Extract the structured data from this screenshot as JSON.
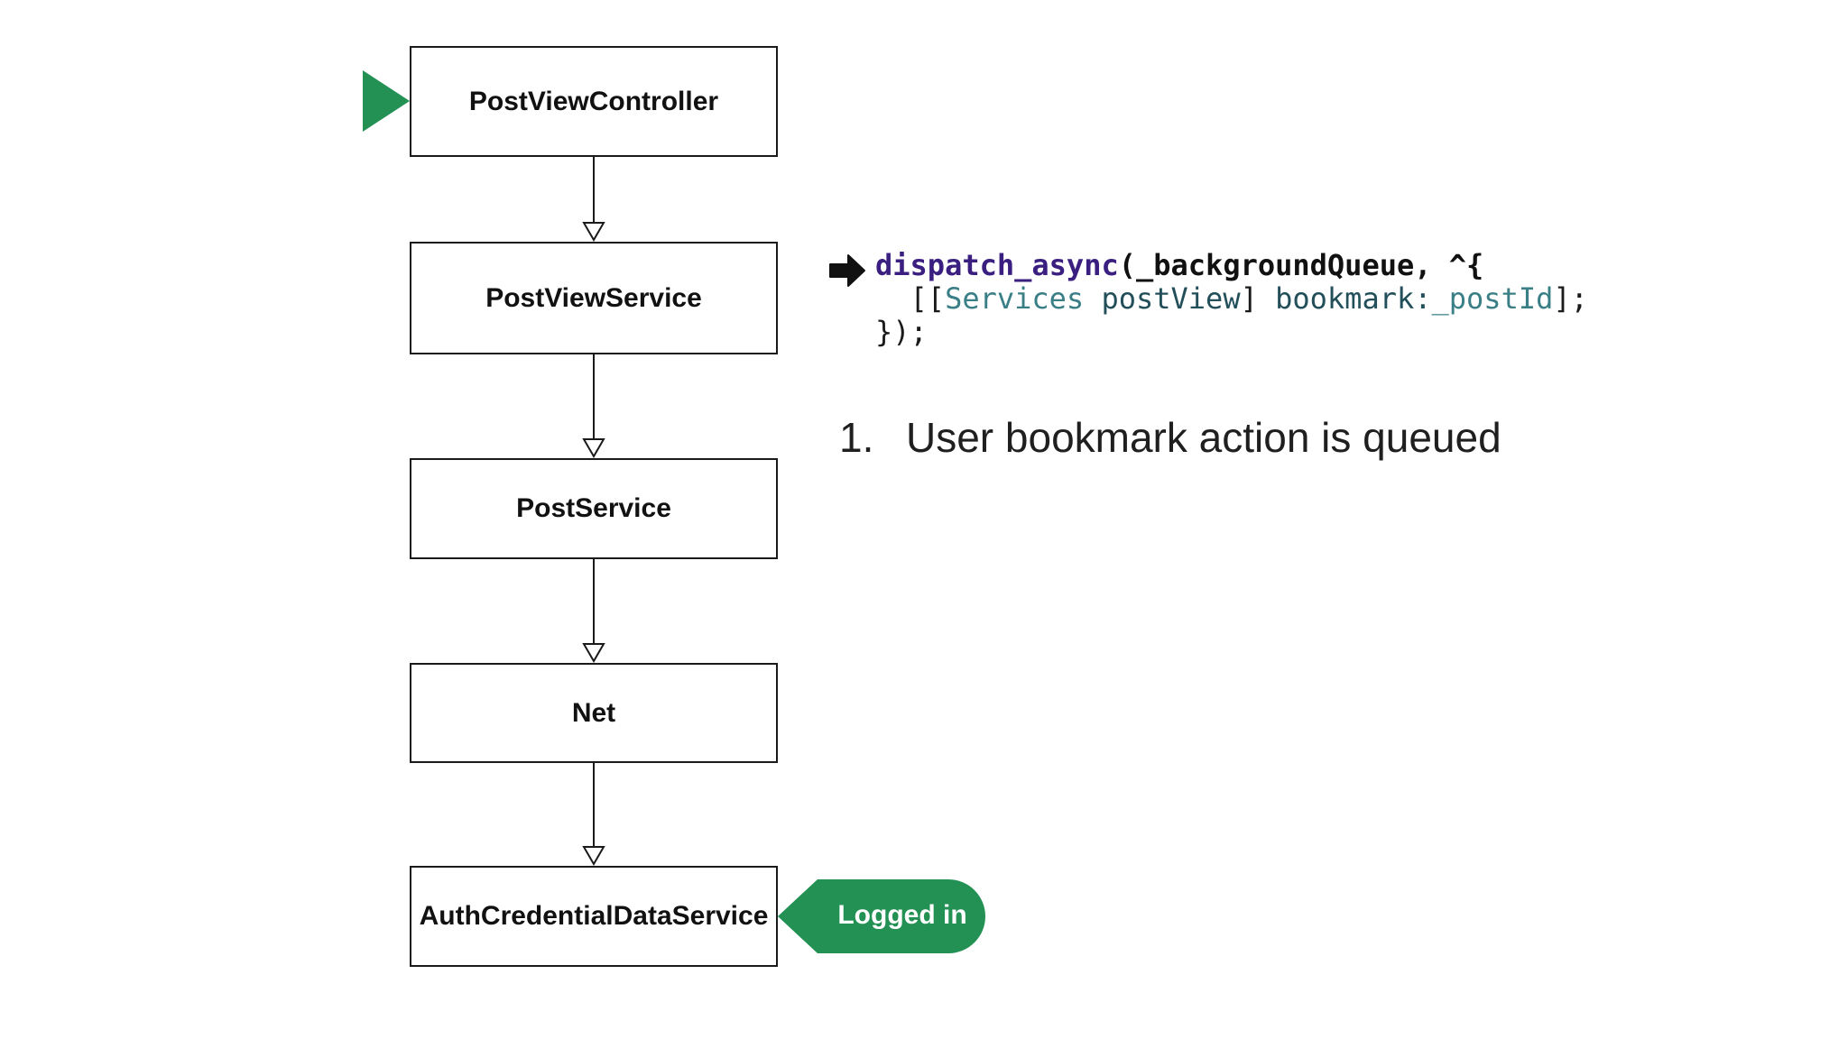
{
  "colors": {
    "accent_green": "#239154",
    "box_border": "#1a1a1a",
    "text": "#111111"
  },
  "flow": {
    "boxes": [
      {
        "label": "PostViewController"
      },
      {
        "label": "PostViewService"
      },
      {
        "label": "PostService"
      },
      {
        "label": "Net"
      },
      {
        "label": "AuthCredentialDataService"
      }
    ],
    "start_marker_icon": "play-triangle-icon"
  },
  "code": {
    "arrow_icon": "arrow-right-icon",
    "line1": {
      "fn": "dispatch_async",
      "rest": "(_backgroundQueue, ^{"
    },
    "line2": {
      "indent": "  ",
      "open": "[[",
      "cls": "Services",
      "space": " ",
      "method": "postView",
      "close": "] ",
      "selector": "bookmark:",
      "ivar": "_postId",
      "end": "];"
    },
    "line3": "});"
  },
  "steps": [
    {
      "number": "1.",
      "text": "User bookmark action is queued"
    }
  ],
  "badge": {
    "label": "Logged in"
  }
}
